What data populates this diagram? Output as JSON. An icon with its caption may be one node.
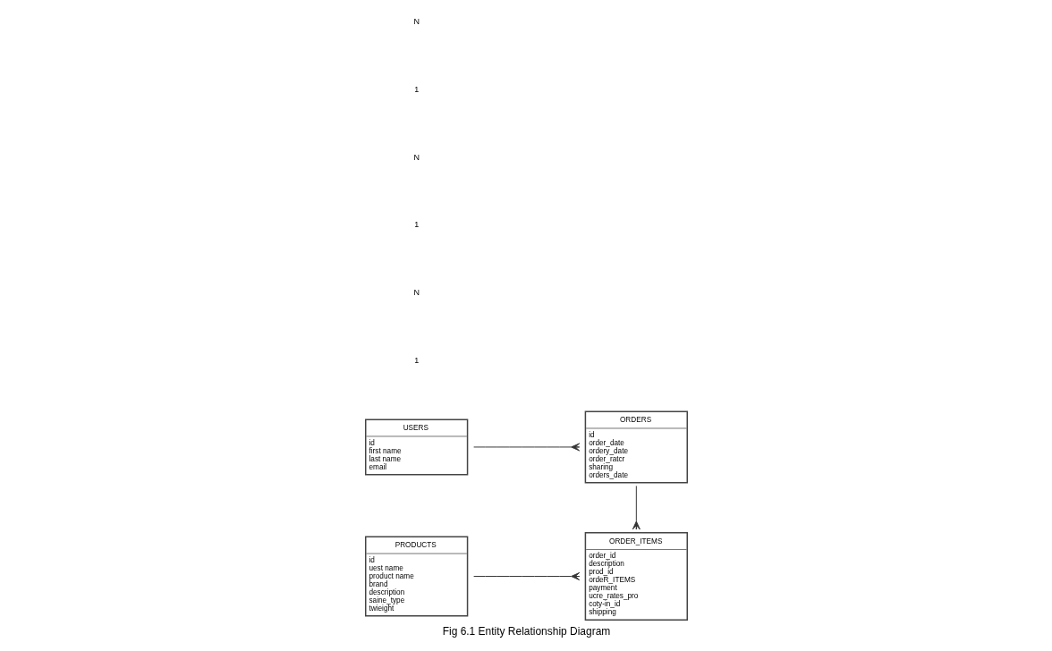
{
  "diagram": {
    "caption": "Fig 6.1 Entity Relationship Diagram",
    "nodes": [
      {
        "text": [
          "USERS",
          "id",
          "first name",
          "last name",
          "email"
        ]
      },
      {
        "text": [
          "ORDERS",
          "id",
          "order_date",
          "ordery_date",
          "order_ratcr",
          "sharing",
          "orders_date"
        ]
      },
      {
        "text": [
          "PRODUCTS",
          "id",
          "uest name",
          "product name",
          "brand",
          "description",
          "saine_type",
          "twieight"
        ]
      },
      {
        "text": [
          "ORDER_ITEMS",
          "order_id",
          "description",
          "prod_id",
          "ordeR_ITEMS",
          "payment",
          "ucre_rates_pro",
          "coty-in_id",
          "shipping"
        ]
      }
    ],
    "edges": [
      {
        "from": 0,
        "to": 1,
        "arrow": "other"
      },
      {
        "from": 1,
        "to": 3,
        "arrow": "other"
      },
      {
        "from": 2,
        "to": 3,
        "arrow": "other"
      }
    ],
    "labels": [
      "1",
      "N",
      "1",
      "N",
      "1",
      "N"
    ]
  }
}
